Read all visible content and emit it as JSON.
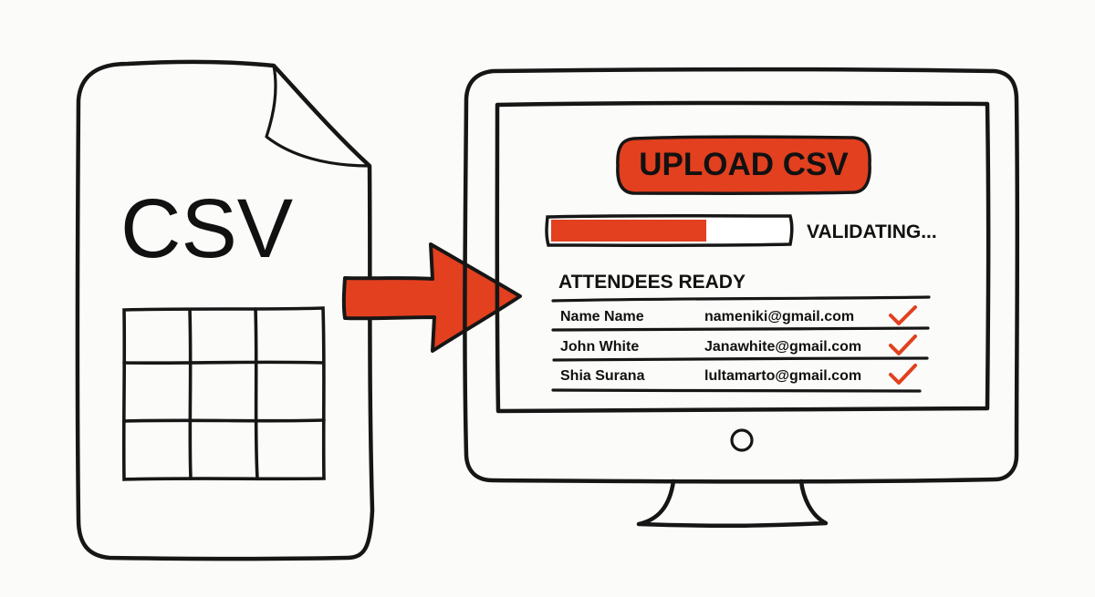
{
  "colors": {
    "accent": "#e2401f",
    "ink": "#161616",
    "background": "#fbfbf9"
  },
  "file": {
    "label": "CSV",
    "icon": "csv-file-icon"
  },
  "arrow": {
    "icon": "arrow-right-icon"
  },
  "screen": {
    "upload_button_label": "UPLOAD CSV",
    "progress": {
      "fraction": 0.65,
      "status": "VALIDATING..."
    },
    "list_title": "ATTENDEES READY",
    "attendees": [
      {
        "name": "Name Name",
        "email": "nameniki@gmail.com",
        "status_icon": "check-icon"
      },
      {
        "name": "John White",
        "email": "Janawhite@gmail.com",
        "status_icon": "check-icon"
      },
      {
        "name": "Shia Surana",
        "email": "lultamarto@gmail.com",
        "status_icon": "check-icon"
      }
    ]
  }
}
